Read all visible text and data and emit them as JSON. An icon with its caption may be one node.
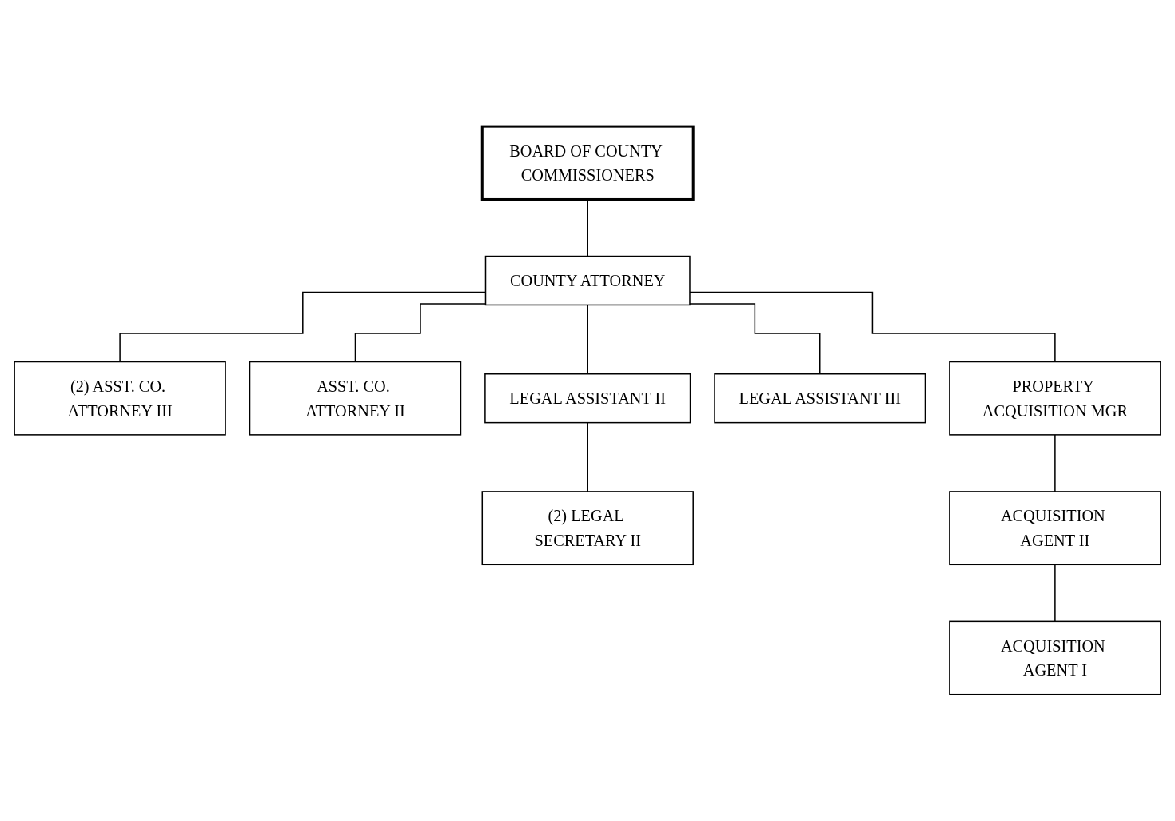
{
  "diagram": {
    "nodes": [
      {
        "text": [
          "BOARD OF COUNTY COMMISSIONERS"
        ]
      },
      {
        "text": [
          "COUNTY ATTORNEY"
        ]
      },
      {
        "text": [
          "(2) ASST. CO. ATTORNEY III"
        ]
      },
      {
        "text": [
          "ASST. CO. ATTORNEY II"
        ]
      },
      {
        "text": [
          "LEGAL ASSISTANT II"
        ]
      },
      {
        "text": [
          "LEGAL ASSISTANT III"
        ]
      },
      {
        "text": [
          "PROPERTY ACQUISITION MGR"
        ]
      },
      {
        "text": [
          "(2) LEGAL SECRETARY II"
        ]
      },
      {
        "text": [
          "ACQUISITION AGENT II"
        ]
      },
      {
        "text": [
          "ACQUISITION AGENT I"
        ]
      }
    ],
    "edges": [
      {
        "from": 0,
        "to": 1,
        "arrow": "none"
      },
      {
        "from": 1,
        "to": 2,
        "arrow": "none"
      },
      {
        "from": 1,
        "to": 3,
        "arrow": "none"
      },
      {
        "from": 1,
        "to": 4,
        "arrow": "none"
      },
      {
        "from": 1,
        "to": 5,
        "arrow": "none"
      },
      {
        "from": 1,
        "to": 6,
        "arrow": "none"
      },
      {
        "from": 4,
        "to": 7,
        "arrow": "none"
      },
      {
        "from": 6,
        "to": 8,
        "arrow": "none"
      },
      {
        "from": 8,
        "to": 9,
        "arrow": "none"
      }
    ]
  }
}
